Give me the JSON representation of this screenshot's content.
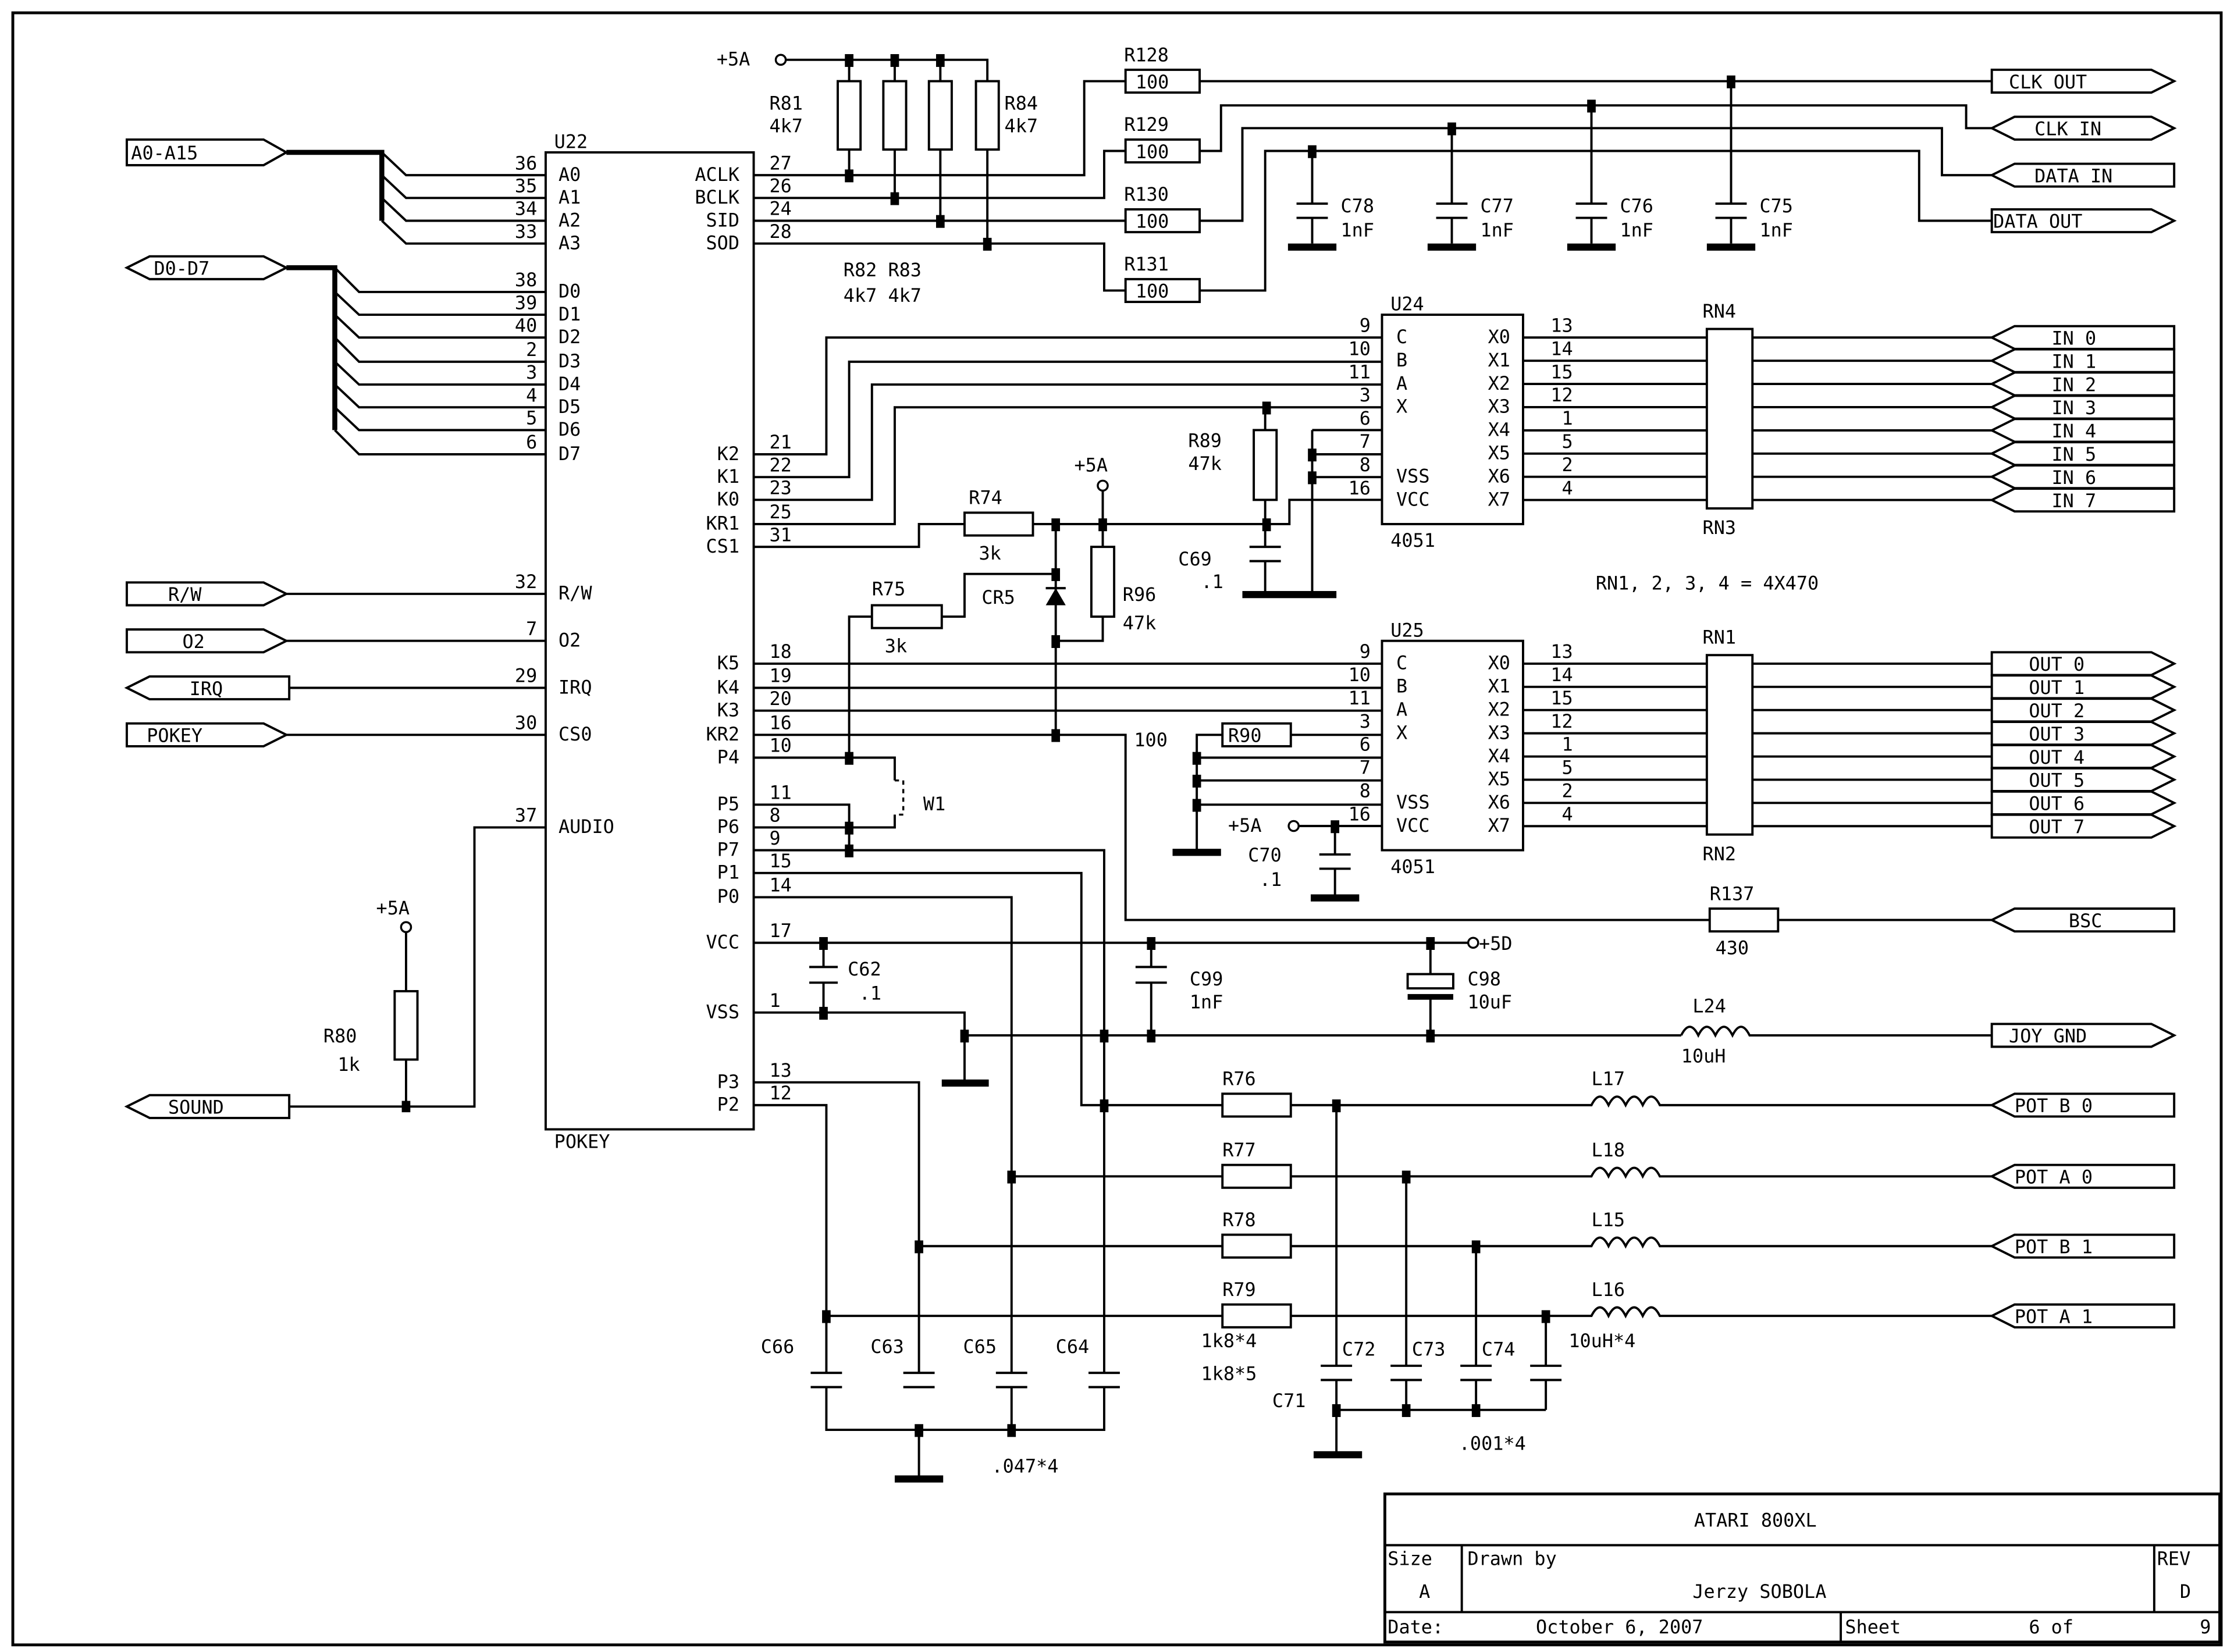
{
  "title_block": {
    "title": "ATARI 800XL",
    "size_label": "Size",
    "size_value": "A",
    "drawn_by_label": "Drawn by",
    "drawn_by": "Jerzy SOBOLA",
    "rev_label": "REV",
    "rev_value": "D",
    "date_label": "Date:",
    "date_value": "October  6, 2007",
    "sheet_label": "Sheet",
    "sheet_value": "6 of",
    "sheet_total": "9"
  },
  "u22": {
    "ref": "U22",
    "part": "POKEY",
    "left_pins": [
      {
        "num": "36",
        "name": "A0"
      },
      {
        "num": "35",
        "name": "A1"
      },
      {
        "num": "34",
        "name": "A2"
      },
      {
        "num": "33",
        "name": "A3"
      },
      {
        "num": "38",
        "name": "D0"
      },
      {
        "num": "39",
        "name": "D1"
      },
      {
        "num": "40",
        "name": "D2"
      },
      {
        "num": "2",
        "name": "D3"
      },
      {
        "num": "3",
        "name": "D4"
      },
      {
        "num": "4",
        "name": "D5"
      },
      {
        "num": "5",
        "name": "D6"
      },
      {
        "num": "6",
        "name": "D7"
      },
      {
        "num": "32",
        "name": "R/W"
      },
      {
        "num": "7",
        "name": "O2"
      },
      {
        "num": "29",
        "name": "IRQ"
      },
      {
        "num": "30",
        "name": "CS0"
      },
      {
        "num": "37",
        "name": "AUDIO"
      }
    ],
    "right_pins": [
      {
        "num": "27",
        "name": "ACLK"
      },
      {
        "num": "26",
        "name": "BCLK"
      },
      {
        "num": "24",
        "name": "SID"
      },
      {
        "num": "28",
        "name": "SOD"
      },
      {
        "num": "21",
        "name": "K2"
      },
      {
        "num": "22",
        "name": "K1"
      },
      {
        "num": "23",
        "name": "K0"
      },
      {
        "num": "25",
        "name": "KR1"
      },
      {
        "num": "31",
        "name": "CS1"
      },
      {
        "num": "18",
        "name": "K5"
      },
      {
        "num": "19",
        "name": "K4"
      },
      {
        "num": "20",
        "name": "K3"
      },
      {
        "num": "16",
        "name": "KR2"
      },
      {
        "num": "10",
        "name": "P4"
      },
      {
        "num": "11",
        "name": "P5"
      },
      {
        "num": "8",
        "name": "P6"
      },
      {
        "num": "9",
        "name": "P7"
      },
      {
        "num": "15",
        "name": "P1"
      },
      {
        "num": "14",
        "name": "P0"
      },
      {
        "num": "17",
        "name": "VCC"
      },
      {
        "num": "1",
        "name": "VSS"
      },
      {
        "num": "13",
        "name": "P3"
      },
      {
        "num": "12",
        "name": "P2"
      }
    ]
  },
  "mux": [
    {
      "ref": "U24",
      "part": "4051",
      "left_pins": [
        {
          "num": "9",
          "name": "C"
        },
        {
          "num": "10",
          "name": "B"
        },
        {
          "num": "11",
          "name": "A"
        },
        {
          "num": "3",
          "name": "X"
        },
        {
          "num": "6",
          "name": ""
        },
        {
          "num": "7",
          "name": ""
        },
        {
          "num": "8",
          "name": "VSS"
        },
        {
          "num": "16",
          "name": "VCC"
        }
      ],
      "right_pins": [
        {
          "num": "13",
          "name": "X0"
        },
        {
          "num": "14",
          "name": "X1"
        },
        {
          "num": "15",
          "name": "X2"
        },
        {
          "num": "12",
          "name": "X3"
        },
        {
          "num": "1",
          "name": "X4"
        },
        {
          "num": "5",
          "name": "X5"
        },
        {
          "num": "2",
          "name": "X6"
        },
        {
          "num": "4",
          "name": "X7"
        }
      ],
      "rn_top": "RN4",
      "rn_bottom": "RN3"
    },
    {
      "ref": "U25",
      "part": "4051",
      "left_pins": [
        {
          "num": "9",
          "name": "C"
        },
        {
          "num": "10",
          "name": "B"
        },
        {
          "num": "11",
          "name": "A"
        },
        {
          "num": "3",
          "name": "X"
        },
        {
          "num": "6",
          "name": ""
        },
        {
          "num": "7",
          "name": ""
        },
        {
          "num": "8",
          "name": "VSS"
        },
        {
          "num": "16",
          "name": "VCC"
        }
      ],
      "right_pins": [
        {
          "num": "13",
          "name": "X0"
        },
        {
          "num": "14",
          "name": "X1"
        },
        {
          "num": "15",
          "name": "X2"
        },
        {
          "num": "12",
          "name": "X3"
        },
        {
          "num": "1",
          "name": "X4"
        },
        {
          "num": "5",
          "name": "X5"
        },
        {
          "num": "2",
          "name": "X6"
        },
        {
          "num": "4",
          "name": "X7"
        }
      ],
      "rn_top": "RN1",
      "rn_bottom": "RN2"
    }
  ],
  "ports_left": {
    "addr": "A0-A15",
    "data": "D0-D7",
    "rw": "R/W",
    "o2": "O2",
    "irq": "IRQ",
    "pokey": "POKEY",
    "sound": "SOUND"
  },
  "ports_right": {
    "clk_out": "CLK OUT",
    "clk_in": "CLK IN",
    "data_in": "DATA IN",
    "data_out": "DATA OUT",
    "in": [
      "IN 0",
      "IN 1",
      "IN 2",
      "IN 3",
      "IN 4",
      "IN 5",
      "IN 6",
      "IN 7"
    ],
    "out": [
      "OUT 0",
      "OUT 1",
      "OUT 2",
      "OUT 3",
      "OUT 4",
      "OUT 5",
      "OUT 6",
      "OUT 7"
    ],
    "bsc": "BSC",
    "joy_gnd": "JOY GND",
    "pots": [
      "POT B 0",
      "POT A 0",
      "POT B 1",
      "POT A 1"
    ]
  },
  "components": {
    "r81": "R81",
    "r81v": "4k7",
    "r84": "R84",
    "r84v": "4k7",
    "r82_r83": "R82 R83",
    "r82_r83v": "4k7 4k7",
    "r128": "R128",
    "r129": "R129",
    "r130": "R130",
    "r131": "R131",
    "r_series_val": "100",
    "caps_top": [
      {
        "ref": "C78",
        "val": "1nF"
      },
      {
        "ref": "C77",
        "val": "1nF"
      },
      {
        "ref": "C76",
        "val": "1nF"
      },
      {
        "ref": "C75",
        "val": "1nF"
      }
    ],
    "r89": "R89",
    "r89v": "47k",
    "r74": "R74",
    "r74v": "3k",
    "r75": "R75",
    "r75v": "3k",
    "r96": "R96",
    "r96v": "47k",
    "cr5": "CR5",
    "c69": "C69",
    "c69v": ".1",
    "rn_note": "RN1, 2, 3, 4 = 4X470",
    "r90": "R90",
    "r90v": "100",
    "c70": "C70",
    "c70v": ".1",
    "w1": "W1",
    "r137": "R137",
    "r137v": "430",
    "c62": "C62",
    "c62v": ".1",
    "c99": "C99",
    "c99v": "1nF",
    "c98": "C98",
    "c98v": "10uF",
    "l24": "L24",
    "l24v": "10uH",
    "r_pot": [
      "R76",
      "R77",
      "R78",
      "R79"
    ],
    "r_pot_v1": "1k8*4",
    "r_pot_v2": "1k8*5",
    "l_pot": [
      "L17",
      "L18",
      "L15",
      "L16"
    ],
    "l_pot_v": "10uH*4",
    "c_pot_left": [
      "C66",
      "C63",
      "C65",
      "C64"
    ],
    "c_pot_left_v": ".047*4",
    "c_pot_right": [
      "C72",
      "C73",
      "C74"
    ],
    "c71": "C71",
    "c_pot_right_v": ".001*4",
    "r80": "R80",
    "r80v": "1k"
  },
  "rails": {
    "p5a": "+5A",
    "p5d": "+5D"
  }
}
